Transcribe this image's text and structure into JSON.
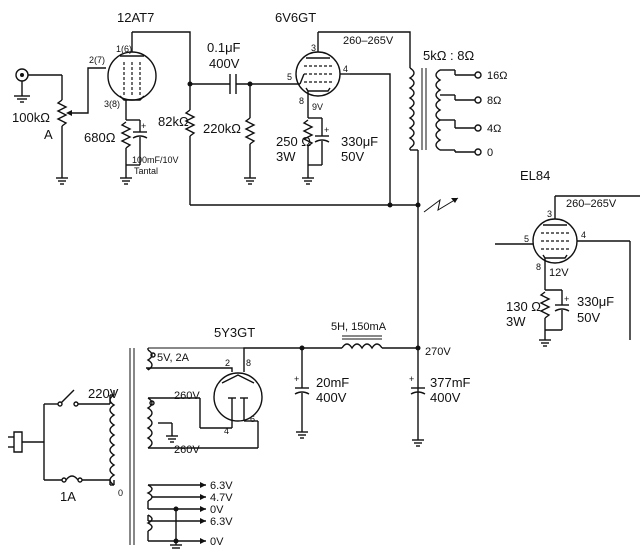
{
  "tubes": {
    "v1": {
      "name": "12AT7",
      "pin_plate": "1(6)",
      "pin_grid": "2(7)",
      "pin_cathode": "3(8)"
    },
    "v2": {
      "name": "6V6GT",
      "pin3": "3",
      "pin4": "4",
      "pin5": "5",
      "pin8": "8"
    },
    "v3": {
      "name": "EL84",
      "pin3": "3",
      "pin4": "4",
      "pin5": "5",
      "pin8": "8"
    },
    "rect": {
      "name": "5Y3GT",
      "pin2": "2",
      "pin8": "8",
      "pin4": "4",
      "pin6": "6"
    }
  },
  "components": {
    "pot": {
      "value": "100kΩ",
      "taper": "A"
    },
    "r_cath1": "680Ω",
    "c_cath1": "100mF/10V",
    "c_cath1_type": "Tantal",
    "r_plate1": "82kΩ",
    "c_couple": "0.1μF",
    "c_couple_v": "400V",
    "r_grid2": "220kΩ",
    "r_cath2": "250 Ω",
    "r_cath2_w": "3W",
    "c_cath2": "330μF",
    "c_cath2_v": "50V",
    "v2_cathode_v": "9V",
    "v2_plate_v": "260–265V",
    "opt_ratio": "5kΩ : 8Ω",
    "taps": [
      "16Ω",
      "8Ω",
      "4Ω",
      "0"
    ],
    "r_cath3": "130 Ω",
    "r_cath3_w": "3W",
    "c_cath3": "330μF",
    "c_cath3_v": "50V",
    "v3_cathode_v": "12V",
    "v3_plate_v": "260–265V",
    "choke": "5H, 150mA",
    "b_plus": "270V",
    "c_filt1": "20mF",
    "c_filt1_v": "400V",
    "c_filt2": "377mF",
    "c_filt2_v": "400V",
    "pt_rect_fil": "5V, 2A",
    "pt_hv1": "260V",
    "pt_hv2": "260V",
    "pt_primary": "220V",
    "pt_primary_0": "0",
    "fuse": "1A",
    "heater": [
      "6.3V",
      "4.7V",
      "0V",
      "6.3V",
      "0V"
    ]
  }
}
